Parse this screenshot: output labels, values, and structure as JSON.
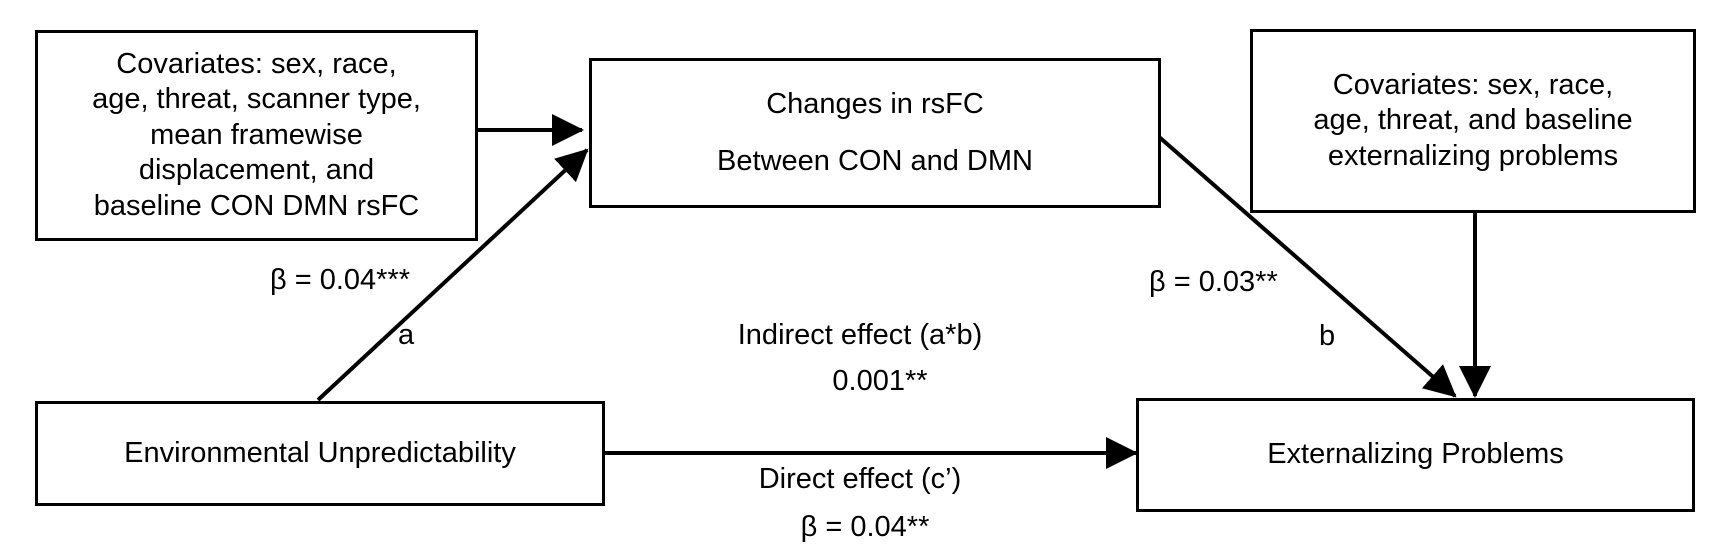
{
  "boxes": {
    "covariates_left": [
      "Covariates: sex, race,",
      "age, threat, scanner type,",
      "mean framewise",
      "displacement, and",
      "baseline CON  DMN rsFC"
    ],
    "mediator": {
      "line1": "Changes in rsFC",
      "line2": "Between CON and DMN"
    },
    "covariates_right": [
      "Covariates: sex, race,",
      "age, threat, and baseline",
      "externalizing problems"
    ],
    "predictor": "Environmental Unpredictability",
    "outcome": "Externalizing Problems"
  },
  "paths": {
    "a": {
      "beta": "β = 0.04***",
      "letter": "a"
    },
    "b": {
      "beta": "β = 0.03**",
      "letter": "b"
    },
    "indirect": {
      "label": "Indirect effect (a*b)",
      "value": "0.001**"
    },
    "direct": {
      "label": "Direct effect (c’)",
      "beta": "β = 0.04**"
    }
  }
}
